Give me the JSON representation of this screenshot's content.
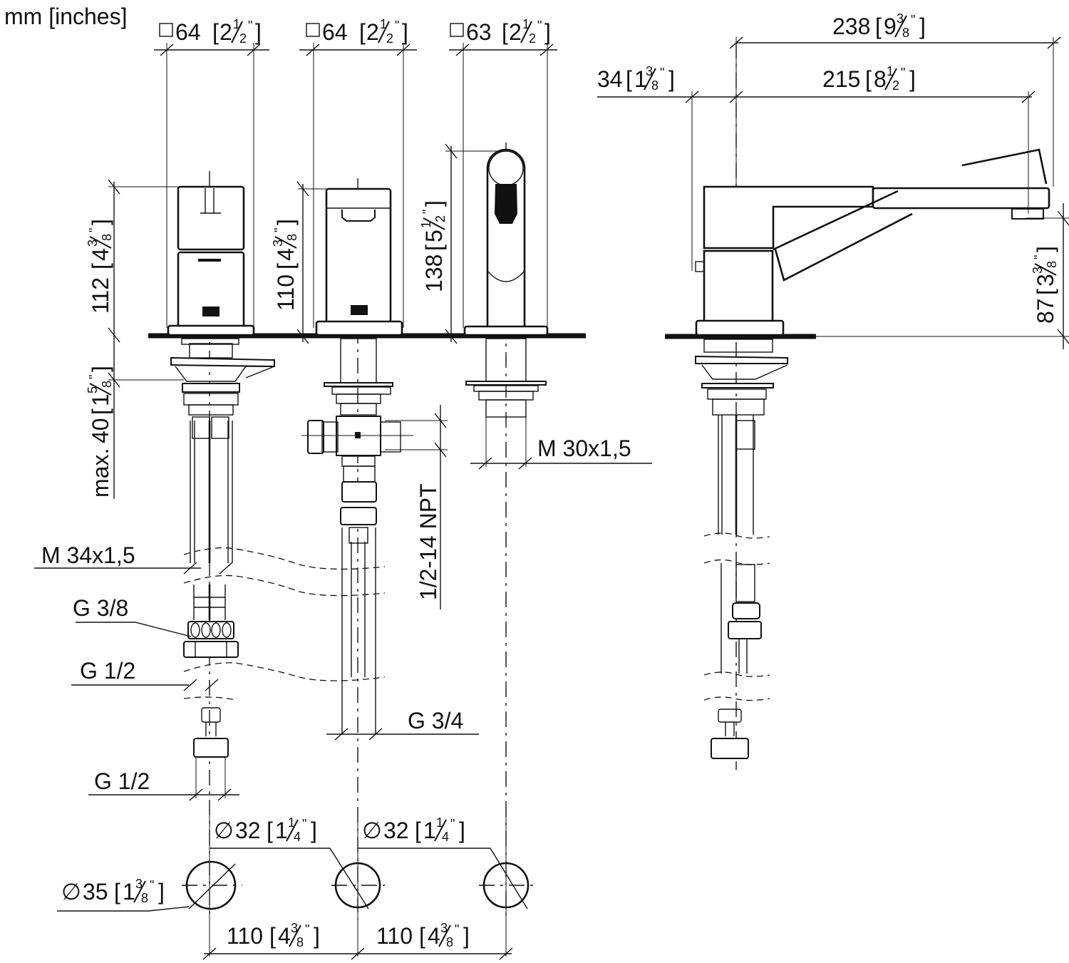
{
  "drawing": {
    "units_label": "mm [inches]",
    "views": [
      "front",
      "side",
      "deck-holes"
    ]
  },
  "top_dims": {
    "mixer_left": {
      "symbol": "□",
      "mm": "64",
      "whole": "2",
      "num": "1",
      "den": "2",
      "unit": "\""
    },
    "mixer_mid": {
      "symbol": "□",
      "mm": "64",
      "whole": "2",
      "num": "1",
      "den": "2",
      "unit": "\""
    },
    "spout": {
      "symbol": "□",
      "mm": "63",
      "whole": "2",
      "num": "1",
      "den": "2",
      "unit": "\""
    }
  },
  "side_dims": {
    "overall": {
      "mm": "238",
      "whole": "9",
      "num": "3",
      "den": "8",
      "unit": "\""
    },
    "lever": {
      "mm": "34",
      "whole": "1",
      "num": "3",
      "den": "8",
      "unit": "\""
    },
    "reach": {
      "mm": "215",
      "whole": "8",
      "num": "1",
      "den": "2",
      "unit": "\""
    },
    "outlet_height": {
      "mm": "87",
      "whole": "3",
      "num": "3",
      "den": "8",
      "unit": "\""
    }
  },
  "heights": {
    "mixer_left": {
      "mm": "112",
      "whole": "4",
      "num": "3",
      "den": "8",
      "unit": "\""
    },
    "mixer_mid": {
      "mm": "110",
      "whole": "4",
      "num": "3",
      "den": "8",
      "unit": "\""
    },
    "spout": {
      "mm": "138",
      "whole": "5",
      "num": "1",
      "den": "2",
      "unit": "\""
    },
    "deck_max": {
      "prefix": "max.",
      "mm": "40",
      "whole": "1",
      "num": "5",
      "den": "8",
      "unit": "\""
    }
  },
  "thread_labels": {
    "m34": "M 34x1,5",
    "m30": "M 30x1,5",
    "npt": "1/2-14 NPT",
    "g38": "G 3/8",
    "g12_upper": "G 1/2",
    "g12_lower": "G 1/2",
    "g34": "G 3/4"
  },
  "holes": {
    "hole_left": {
      "symbol": "∅",
      "mm": "35",
      "whole": "1",
      "num": "3",
      "den": "8",
      "unit": "\""
    },
    "hole_mid": {
      "symbol": "∅",
      "mm": "32",
      "whole": "1",
      "num": "1",
      "den": "4",
      "unit": "\""
    },
    "hole_right": {
      "symbol": "∅",
      "mm": "32",
      "whole": "1",
      "num": "1",
      "den": "4",
      "unit": "\""
    },
    "spacing_1": {
      "mm": "110",
      "whole": "4",
      "num": "3",
      "den": "8",
      "unit": "\""
    },
    "spacing_2": {
      "mm": "110",
      "whole": "4",
      "num": "3",
      "den": "8",
      "unit": "\""
    }
  },
  "colors": {
    "ink": "#111111",
    "paper": "#ffffff"
  }
}
